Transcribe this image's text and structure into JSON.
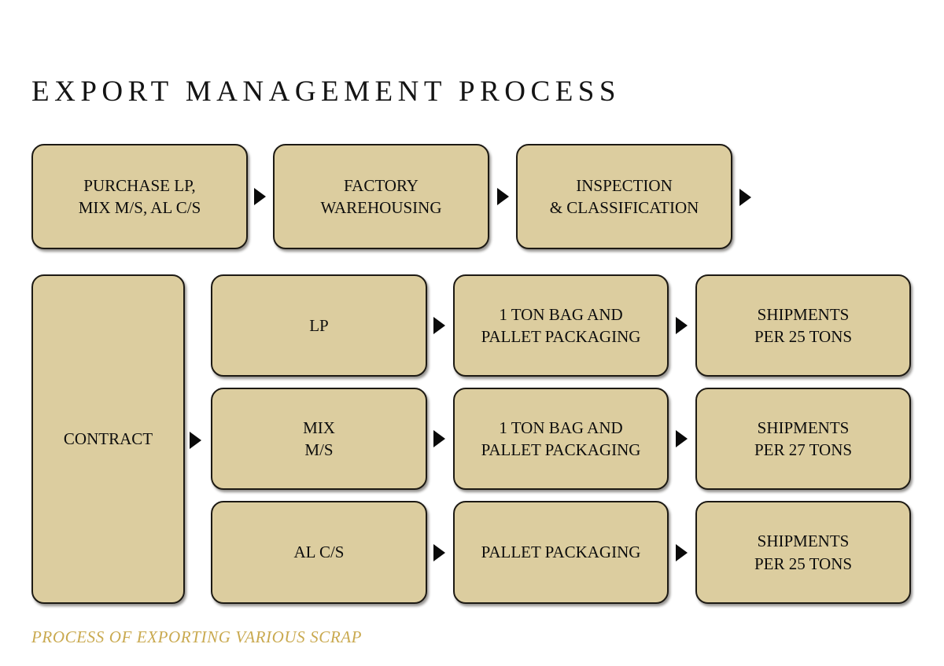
{
  "title": "EXPORT MANAGEMENT PROCESS",
  "caption": "PROCESS OF EXPORTING VARIOUS SCRAP",
  "colors": {
    "box_fill": "#DCCD9F",
    "box_border": "#1D1A14",
    "text": "#0D0D0D",
    "title": "#141414",
    "caption": "#C9A94F",
    "arrow": "#0A0A0A",
    "background": "#FFFFFF"
  },
  "top_row": {
    "nodes": [
      {
        "label": "PURCHASE LP,\nMIX M/S, AL C/S"
      },
      {
        "label": "FACTORY\nWAREHOUSING"
      },
      {
        "label": "INSPECTION\n& CLASSIFICATION"
      }
    ],
    "arrows": [
      "arrow-right",
      "arrow-right",
      "arrow-right"
    ]
  },
  "contract": {
    "label": "CONTRACT"
  },
  "contract_arrow": "arrow-right",
  "grid_rows": [
    {
      "material": "LP",
      "packaging": "1 TON BAG AND\nPALLET PACKAGING",
      "shipment": "SHIPMENTS\nPER 25 TONS",
      "arrows": [
        "arrow-right",
        "arrow-right"
      ]
    },
    {
      "material": "MIX\nM/S",
      "packaging": "1 TON BAG AND\nPALLET PACKAGING",
      "shipment": "SHIPMENTS\nPER 27 TONS",
      "arrows": [
        "arrow-right",
        "arrow-right"
      ]
    },
    {
      "material": "AL C/S",
      "packaging": "PALLET PACKAGING",
      "shipment": "SHIPMENTS\nPER 25 TONS",
      "arrows": [
        "arrow-right",
        "arrow-right"
      ]
    }
  ]
}
